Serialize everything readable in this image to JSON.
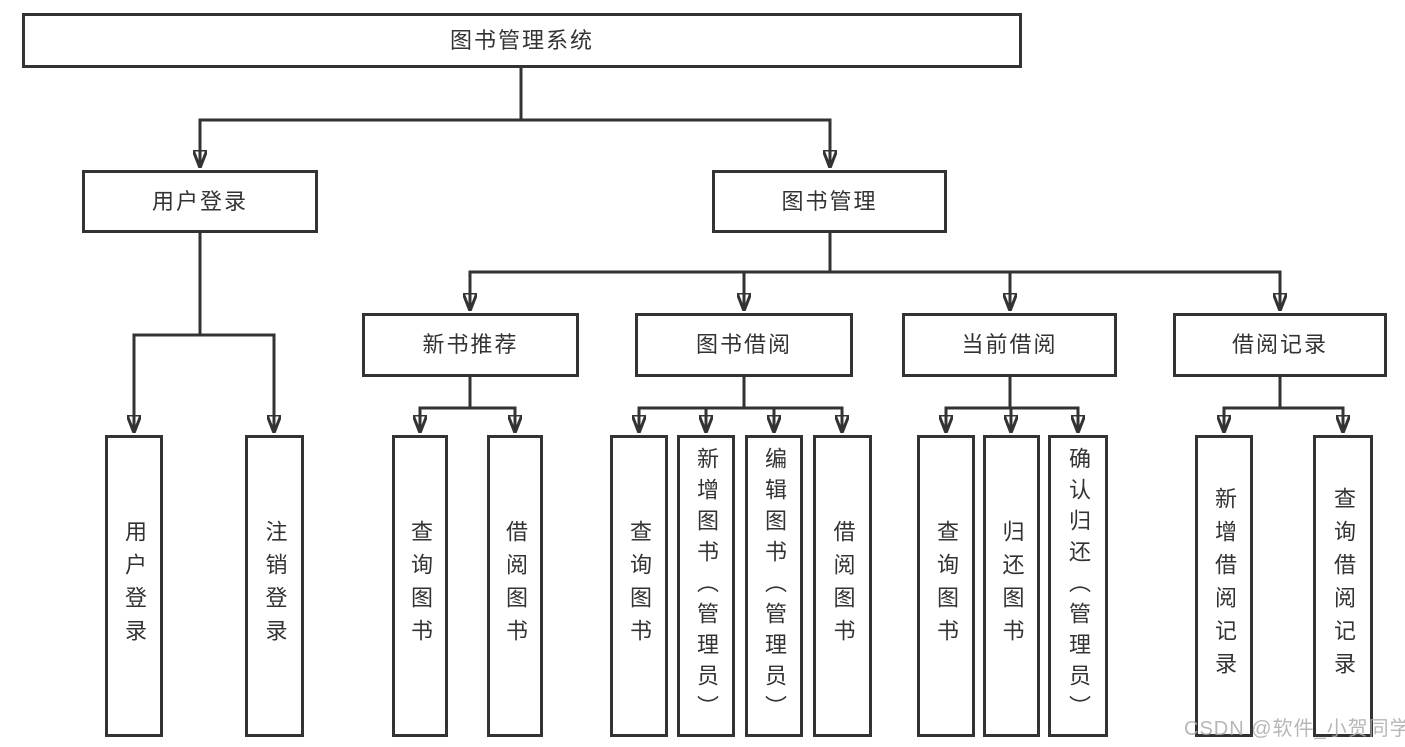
{
  "tree": {
    "label": "图书管理系统",
    "children": [
      {
        "label": "用户登录",
        "children": [
          {
            "label": "用户登录"
          },
          {
            "label": "注销登录"
          }
        ]
      },
      {
        "label": "图书管理",
        "children": [
          {
            "label": "新书推荐",
            "children": [
              {
                "label": "查询图书"
              },
              {
                "label": "借阅图书"
              }
            ]
          },
          {
            "label": "图书借阅",
            "children": [
              {
                "label": "查询图书"
              },
              {
                "label": "新增图书（管理员）"
              },
              {
                "label": "编辑图书（管理员）"
              },
              {
                "label": "借阅图书"
              }
            ]
          },
          {
            "label": "当前借阅",
            "children": [
              {
                "label": "查询图书"
              },
              {
                "label": "归还图书"
              },
              {
                "label": "确认归还（管理员）"
              }
            ]
          },
          {
            "label": "借阅记录",
            "children": [
              {
                "label": "新增借阅记录"
              },
              {
                "label": "查询借阅记录"
              }
            ]
          }
        ]
      }
    ]
  },
  "watermark": "CSDN @软件_小贺同学",
  "colors": {
    "line": "#333333",
    "box_border": "#333333",
    "text": "#333333",
    "watermark": "#ababab",
    "background": "#ffffff"
  }
}
